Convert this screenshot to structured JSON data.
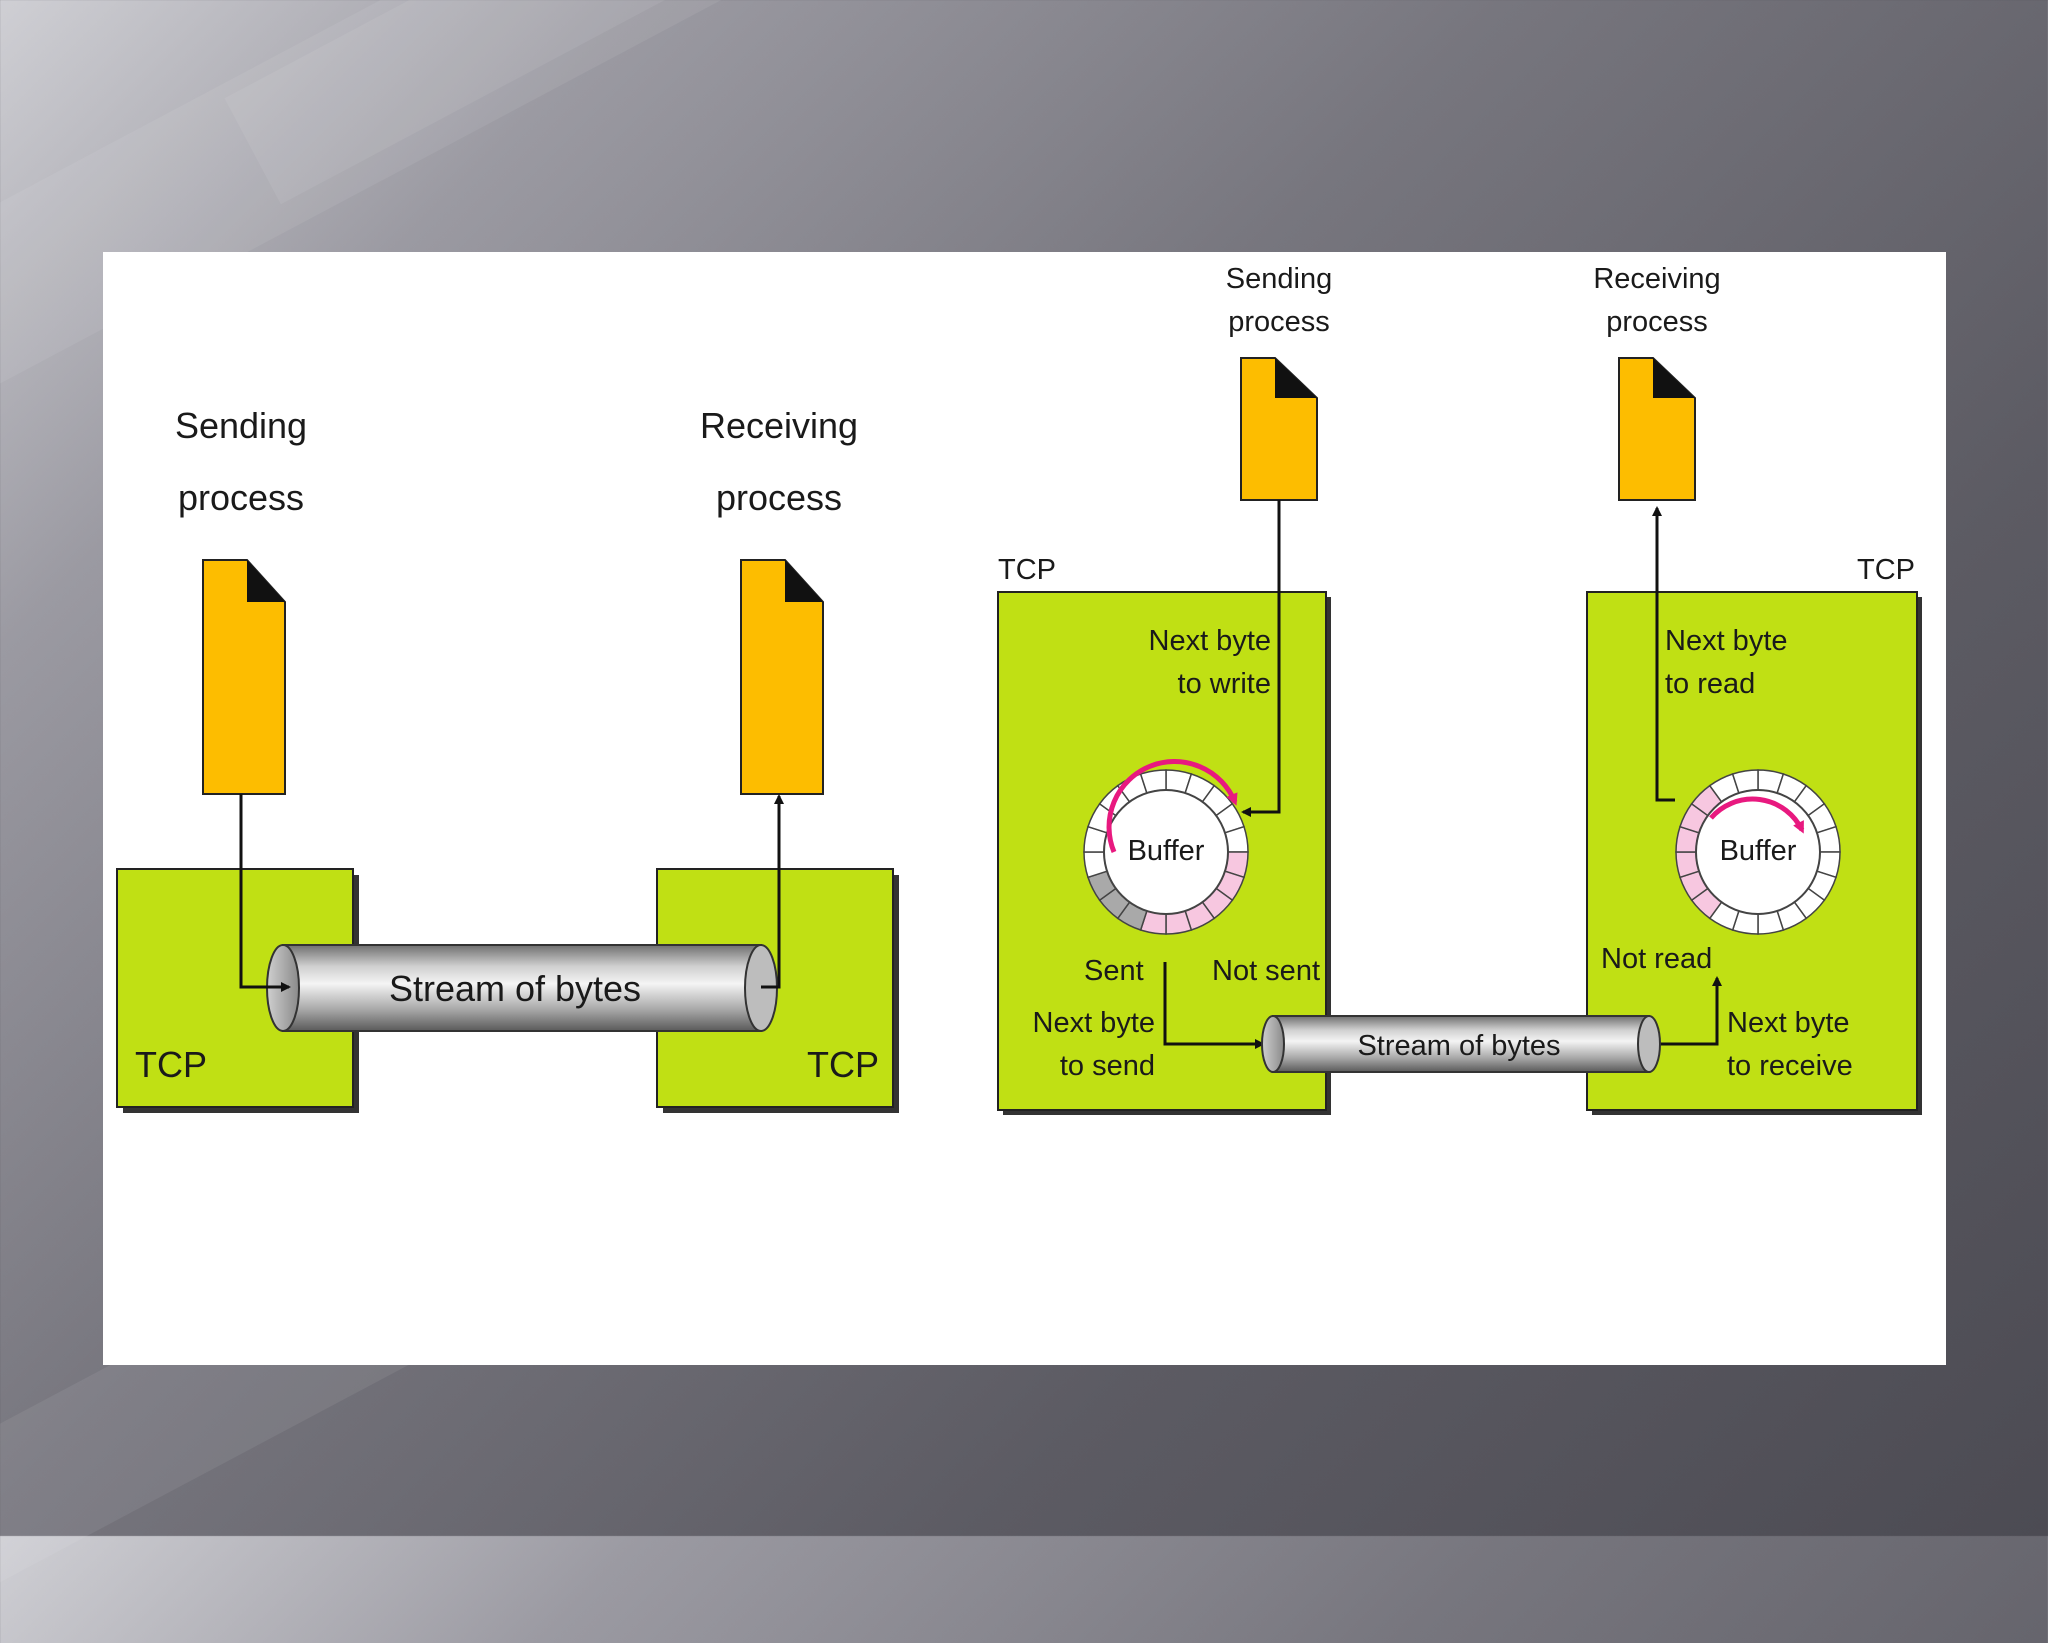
{
  "colors": {
    "tcp_box": "#c0e014",
    "process_doc": "#fdbd00",
    "buffer_sent": "#a9a9a9",
    "buffer_not_sent": "#f7c7e0",
    "buffer_arrow": "#e8197f"
  },
  "left_diagram": {
    "sending_process": [
      "Sending",
      "process"
    ],
    "receiving_process": [
      "Receiving",
      "process"
    ],
    "stream": "Stream of bytes",
    "tcp_left": "TCP",
    "tcp_right": "TCP"
  },
  "right_diagram": {
    "sending_process": [
      "Sending",
      "process"
    ],
    "receiving_process": [
      "Receiving",
      "process"
    ],
    "tcp_left": "TCP",
    "tcp_right": "TCP",
    "next_byte_to_write": [
      "Next byte",
      "to write"
    ],
    "next_byte_to_read": [
      "Next byte",
      "to read"
    ],
    "buffer_left": "Buffer",
    "buffer_right": "Buffer",
    "sent": "Sent",
    "not_sent": "Not sent",
    "not_read": "Not read",
    "next_byte_to_send": [
      "Next byte",
      "to send"
    ],
    "next_byte_to_receive": [
      "Next byte",
      "to receive"
    ],
    "stream": "Stream of bytes"
  }
}
